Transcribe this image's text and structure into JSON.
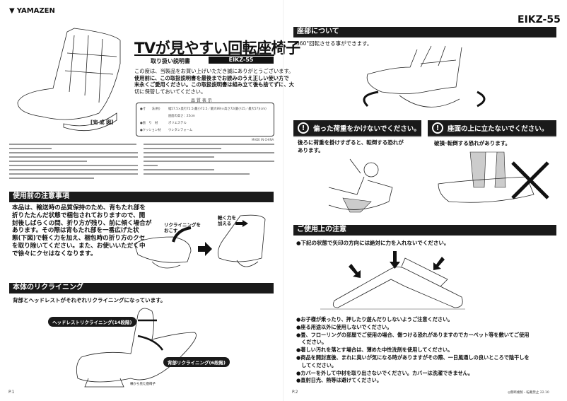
{
  "left_page": {
    "brand": "YAMAZEN",
    "title": "TVが見やすい回転座椅子",
    "subtitle": "取り扱い説明書",
    "model": "EIKZ-55",
    "intro": [
      "この度は、当製品をお買い上げいただき誠にありがとうございます。",
      "使用前に、この取扱説明書を最後までお読みのうえ正しい使い方で",
      "末永くご愛用ください。この取扱説明書は組み立て後も捨てずに、大",
      "切に保管しておいてください。"
    ],
    "completed_figure_label": "[完 成 図]",
    "quality": {
      "heading": "品 質 表 示",
      "rows": [
        {
          "label": "●寸　　法(約)",
          "value": "幅57.5×奥行72.5(最小72.5／最大89)×高さ72(最小15／最大57)(cm)"
        },
        {
          "label": "",
          "value": "座面の高さ：25cm"
        },
        {
          "label": "●張　り　材",
          "value": "ポリエステル"
        },
        {
          "label": "●クッション材",
          "value": "ウレタンフォーム"
        }
      ],
      "origin": "MADE IN CHINA"
    },
    "section_precautions_before_use": {
      "title": "使用前の注意事項",
      "body": [
        "本品は、輸送時の品質保持のため、背もたれ部を",
        "折りたたんだ状態で梱包されておりますので、開",
        "封後しばらくの間、折り方が残り、前に傾く場合が",
        "あります。その際は背もたれ部を一番広げた状",
        "態(下図)で軽く力を加え、梱包時の折り方のクセ",
        "を取り除いてください。また、お使いいただく中",
        "で徐々にクセはなくなります。"
      ],
      "label_raise": [
        "リクライニングを",
        "おこす"
      ],
      "label_push": [
        "軽く力を",
        "加える"
      ]
    },
    "section_reclining": {
      "title": "本体のリクライニング",
      "body": "背部とヘッドレストがそれぞれリクライニングになっています。",
      "headrest_label": "ヘッドレストリクライニング(14段階)",
      "back_label": "背部リクライニング(6段階)",
      "side_view_label": "横から見た座椅子"
    },
    "page_number": "P.1"
  },
  "right_page": {
    "model": "EIKZ-55",
    "section_seat": {
      "title": "座部について",
      "body": "360°回転させる事ができます。"
    },
    "warning_1": {
      "title": "偏った荷重をかけないでください。",
      "body": [
        "後ろに荷重を掛けすぎると、転倒する恐れが",
        "あります。"
      ]
    },
    "warning_2": {
      "title": "座面の上に立たないでください。",
      "body": "破損･転倒する恐れがあります。"
    },
    "section_cautions": {
      "title": "ご使用上の注意",
      "lead": "●下記の状態で矢印の方向には絶対に力を入れないでください。",
      "items": [
        "●お子様が乗ったり、押したり遊んだりしないようご注意ください。",
        "●座る用途以外に使用しないでください。",
        "●畳、フローリングの部屋でご使用の場合、傷つける恐れがありますのでカーペット等を敷いてご使用",
        "　ください。",
        "●著しい汚れを落とす場合は、薄めた中性洗剤を使用してください。",
        "●商品を開封直後、まれに臭いが気になる時がありますがその際、一日風通しの良いところで陰干しを",
        "　してください。",
        "●カバーを外して中材を取り出さないでください。カバーは洗濯できません。",
        "●直射日光、熱等は避けてください。"
      ]
    },
    "page_number": "P.2",
    "footer": "◎無断複製・転載禁止 22.10"
  },
  "colors": {
    "header_bg": "#1a1a1a",
    "text": "#111111"
  }
}
